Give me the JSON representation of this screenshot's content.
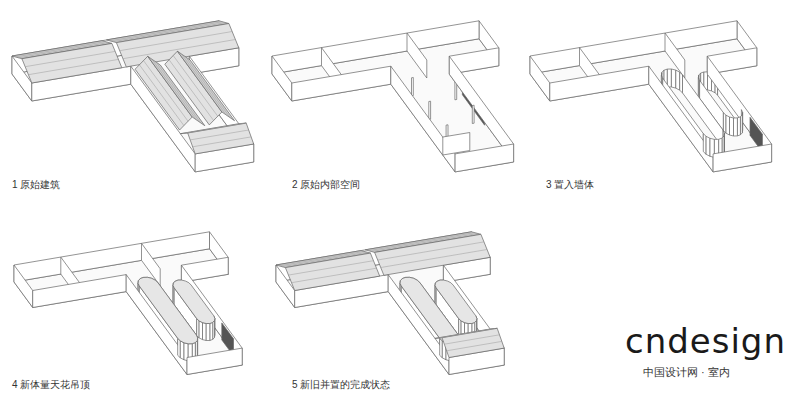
{
  "diagram": {
    "labels": [
      "1 原始建筑",
      "2 原始内部空间",
      "3 置入墙体",
      "4 新体量天花吊顶",
      "5 新旧并置的完成状态",
      "cndesign",
      "中国设计网 · 室内"
    ]
  }
}
